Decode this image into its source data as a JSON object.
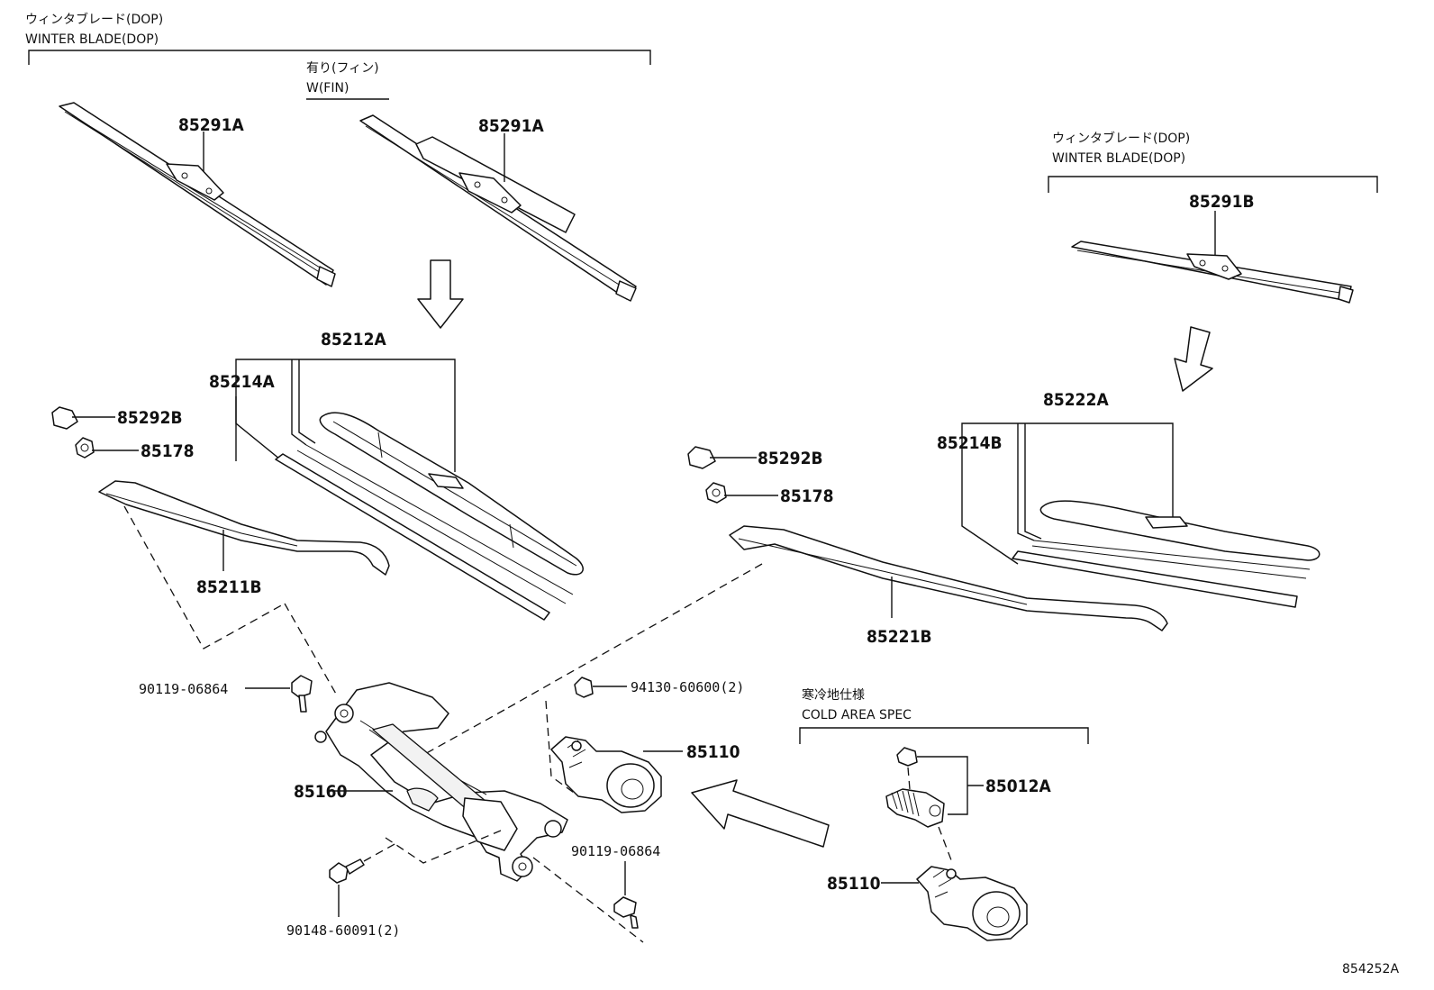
{
  "diagram_id": "854252A",
  "notes": {
    "winter_blade_left_jp": "ウィンタブレード(DOP)",
    "winter_blade_left_en": "WINTER BLADE(DOP)",
    "fin_jp": "有り(フィン)",
    "fin_en": "W(FIN)",
    "winter_blade_right_jp": "ウィンタブレード(DOP)",
    "winter_blade_right_en": "WINTER BLADE(DOP)",
    "cold_area_jp": "寒冷地仕様",
    "cold_area_en": "COLD AREA SPEC"
  },
  "parts": {
    "blade_winter_left": "85291A",
    "blade_winter_fin": "85291A",
    "blade_winter_right": "85291B",
    "blade_front_left": "85212A",
    "rubber_left": "85214A",
    "cap_left": "85292B",
    "nut_left": "85178",
    "arm_left": "85211B",
    "cap_right": "85292B",
    "nut_right": "85178",
    "arm_right": "85221B",
    "blade_front_right": "85222A",
    "rubber_right": "85214B",
    "bolt_link_top": "90119-06864",
    "link_assembly": "85160",
    "bolt_bottom": "90148-60091(2)",
    "bolt_link_bottom": "90119-06864",
    "nut_motor": "94130-60600(2)",
    "motor": "85110",
    "motor_cold": "85110",
    "motor_cold_kit": "85012A"
  }
}
